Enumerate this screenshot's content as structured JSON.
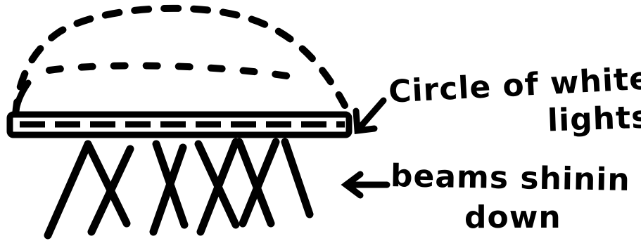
{
  "labels": {
    "circle_line1": "Circle of white",
    "circle_line2": "lights",
    "beams_line1": "beams shinin",
    "beams_line2": "down"
  },
  "colors": {
    "ink": "#000000",
    "background": "#ffffff",
    "bar_fill": "#ffffff"
  }
}
